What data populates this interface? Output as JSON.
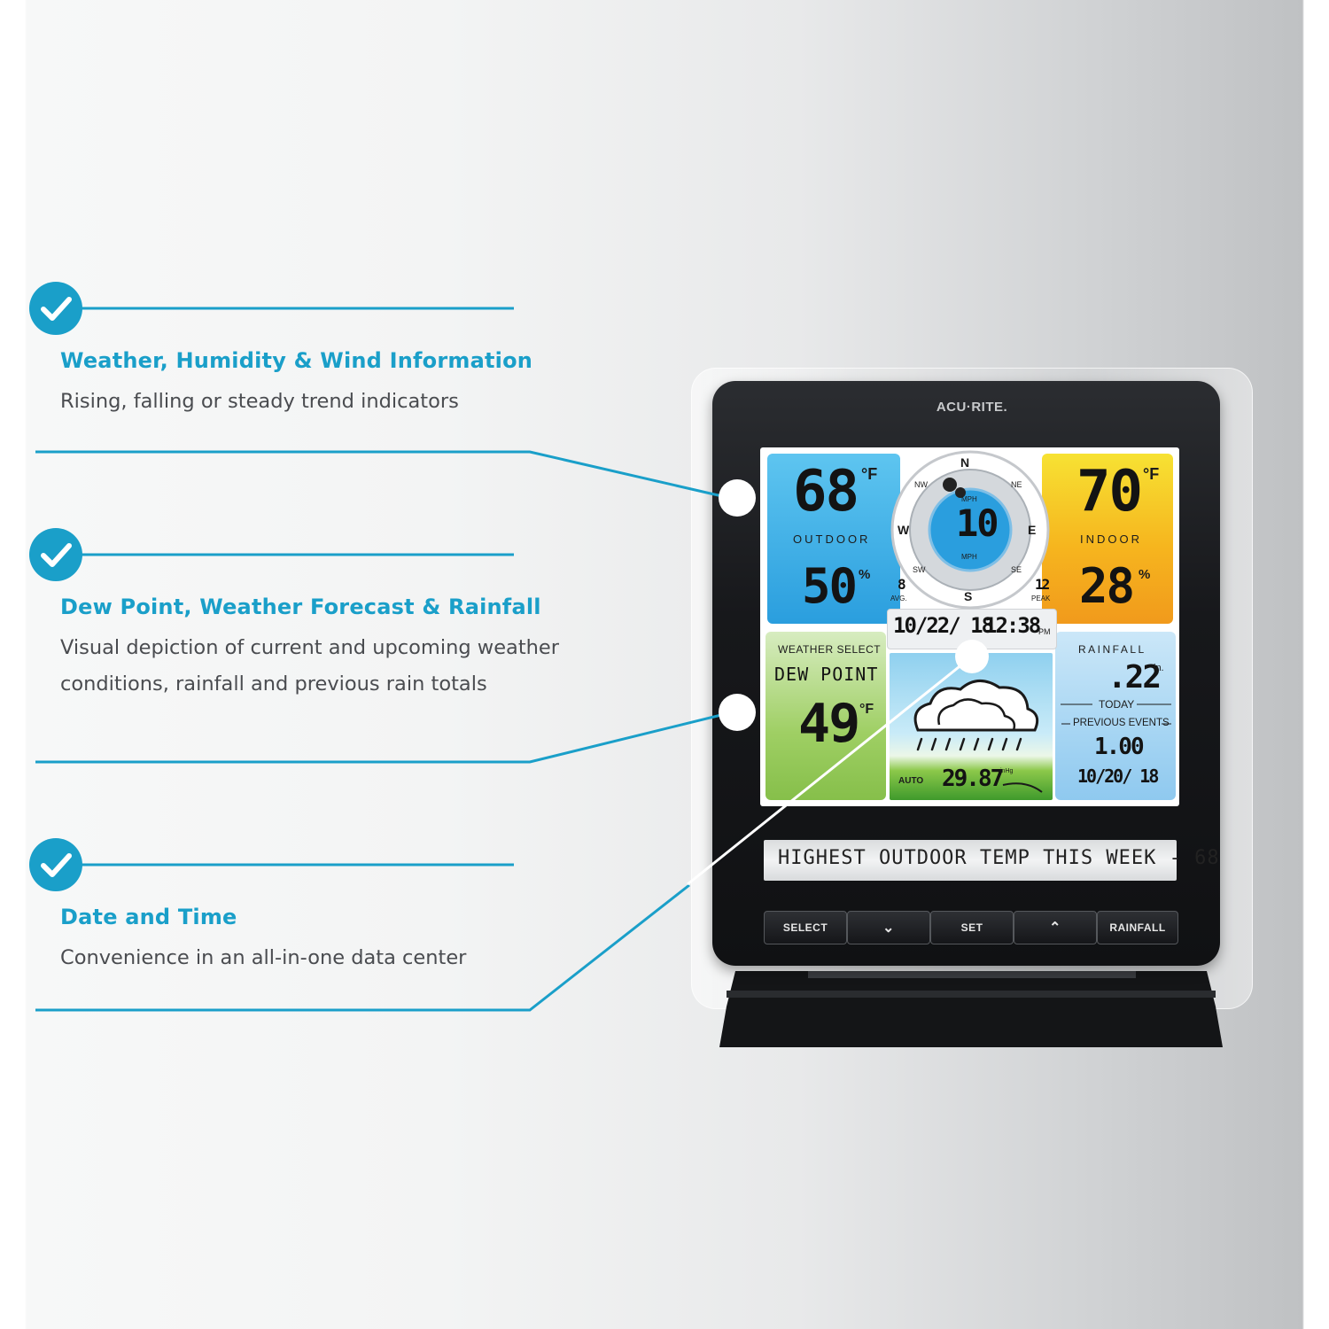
{
  "features": [
    {
      "title": "Weather, Humidity & Wind Information",
      "description": "Rising, falling or steady trend indicators"
    },
    {
      "title": "Dew Point, Weather Forecast & Rainfall",
      "description": "Visual depiction of current and upcoming weather conditions, rainfall and previous rain totals"
    },
    {
      "title": "Date and Time",
      "description": "Convenience in an all-in-one data center"
    }
  ],
  "device": {
    "brand": "ACU·RITE.",
    "outdoor": {
      "temp": "68",
      "temp_unit": "°F",
      "label": "OUTDOOR",
      "humidity": "50",
      "humidity_unit": "%"
    },
    "indoor": {
      "temp": "70",
      "temp_unit": "°F",
      "label": "INDOOR",
      "humidity": "28",
      "humidity_unit": "%"
    },
    "wind": {
      "speed": "10",
      "unit_top": "MPH",
      "unit_bottom": "MPH",
      "avg": "8",
      "avg_label": "AVG.",
      "peak": "12",
      "peak_label": "PEAK",
      "compass": {
        "n": "N",
        "s": "S",
        "e": "E",
        "w": "W",
        "ne": "NE",
        "nw": "NW",
        "se": "SE",
        "sw": "SW"
      }
    },
    "datetime": {
      "date": "10/22/ 18",
      "time": "12:38",
      "ampm": "PM"
    },
    "weather_select": {
      "label": "WEATHER SELECT",
      "mode": "DEW POINT",
      "value": "49",
      "unit": "°F"
    },
    "forecast": {
      "mode": "AUTO",
      "pressure": "29.87",
      "pressure_unit": "inHg"
    },
    "rainfall": {
      "label": "RAINFALL",
      "today_value": ".22",
      "unit": "in.",
      "today_label": "TODAY",
      "previous_label": "PREVIOUS EVENTS",
      "previous_value": "1.00",
      "previous_date": "10/20/ 18"
    },
    "ticker": "HIGHEST OUTDOOR TEMP  THIS WEEK - 68",
    "buttons": {
      "select": "SELECT",
      "down": "⌄",
      "set": "SET",
      "up": "⌃",
      "rainfall": "RAINFALL"
    }
  },
  "colors": {
    "accent": "#1a9fc9",
    "outdoor_panel": "#2aa3e0",
    "indoor_panel": "#f5b21a",
    "dewpoint_panel": "#8cc44f",
    "rain_panel": "#9cd2f2"
  }
}
